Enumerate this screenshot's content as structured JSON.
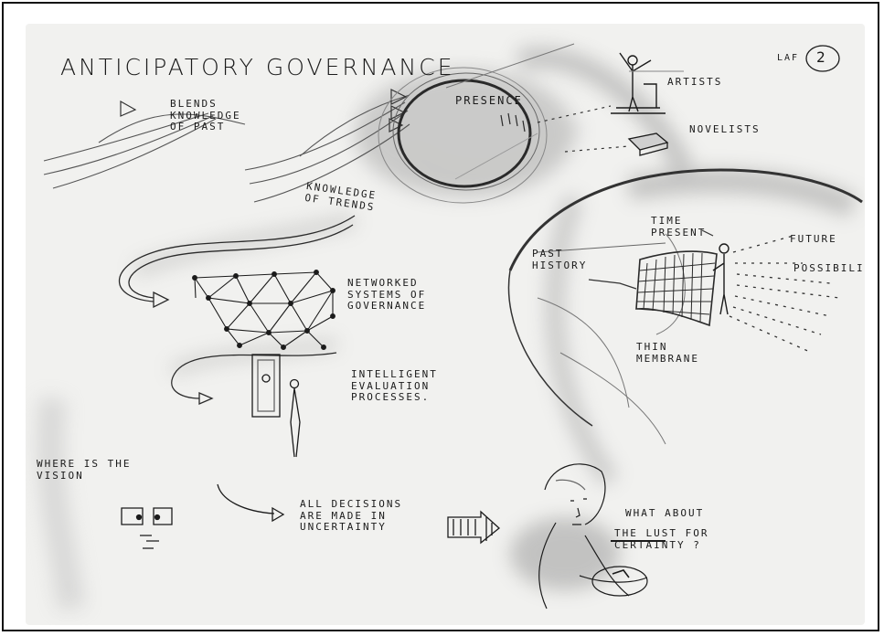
{
  "title": "ANTICIPATORY GOVERNANCE",
  "page_mark": "LAF",
  "page_number": "2",
  "labels": {
    "blends": "BLENDS\nKNOWLEDGE\nOF PAST",
    "presence": "PRESENCE",
    "artists": "ARTISTS",
    "novelists": "NOVELISTS",
    "trends": "KNOWLEDGE\nOF TRENDS",
    "time_present": "TIME\nPRESENT",
    "future": "FUTURE",
    "possibility": "POSSIBILI",
    "past_history": "PAST\nHISTORY",
    "networked": "NETWORKED\nSYSTEMS OF\nGOVERNANCE",
    "thin_membrane": "THIN\nMEMBRANE",
    "intelligent": "INTELLIGENT\nEVALUATION\nPROCESSES.",
    "vision": "WHERE IS THE\nVISION",
    "decisions": "ALL DECISIONS\nARE MADE IN\nUNCERTAINTY",
    "what_about": "WHAT ABOUT",
    "lust": "THE LUST FOR\nCERTAINTY ?"
  },
  "colors": {
    "ink": "#1b1b1b",
    "pencil": "#9a9a9a",
    "paper": "#f1f1ef"
  }
}
